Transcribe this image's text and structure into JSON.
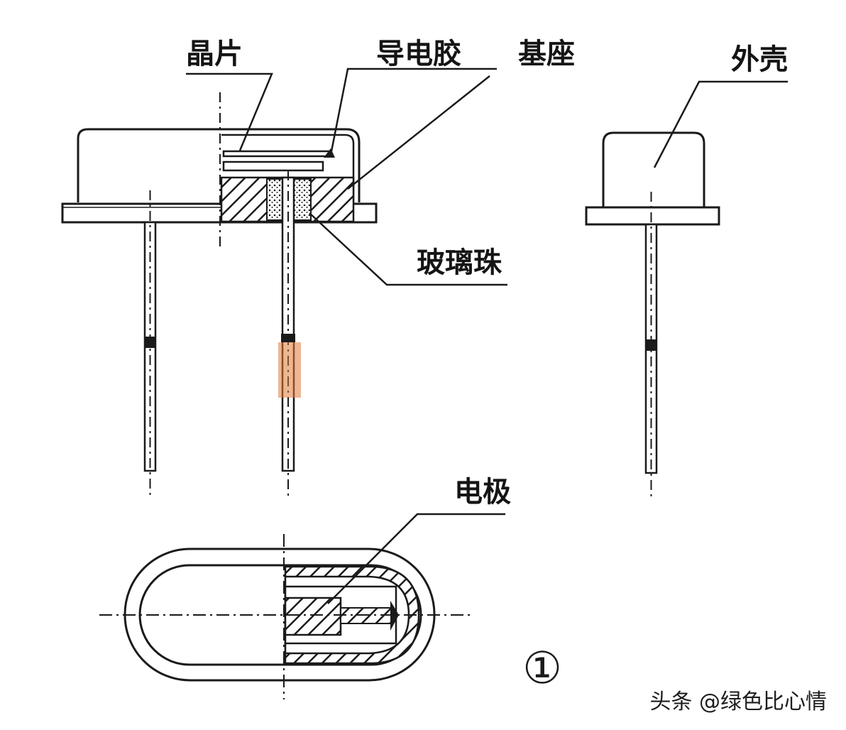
{
  "labels": {
    "chip": "晶片",
    "conductive_glue": "导电胶",
    "base": "基座",
    "shell": "外壳",
    "glass_bead": "玻璃珠",
    "electrode": "电极"
  },
  "figure_number": "①",
  "watermark": "头条 @绿色比心情",
  "colors": {
    "line": "#1a1a1a",
    "background": "#ffffff",
    "watermark_overlay": "#e07b39"
  }
}
